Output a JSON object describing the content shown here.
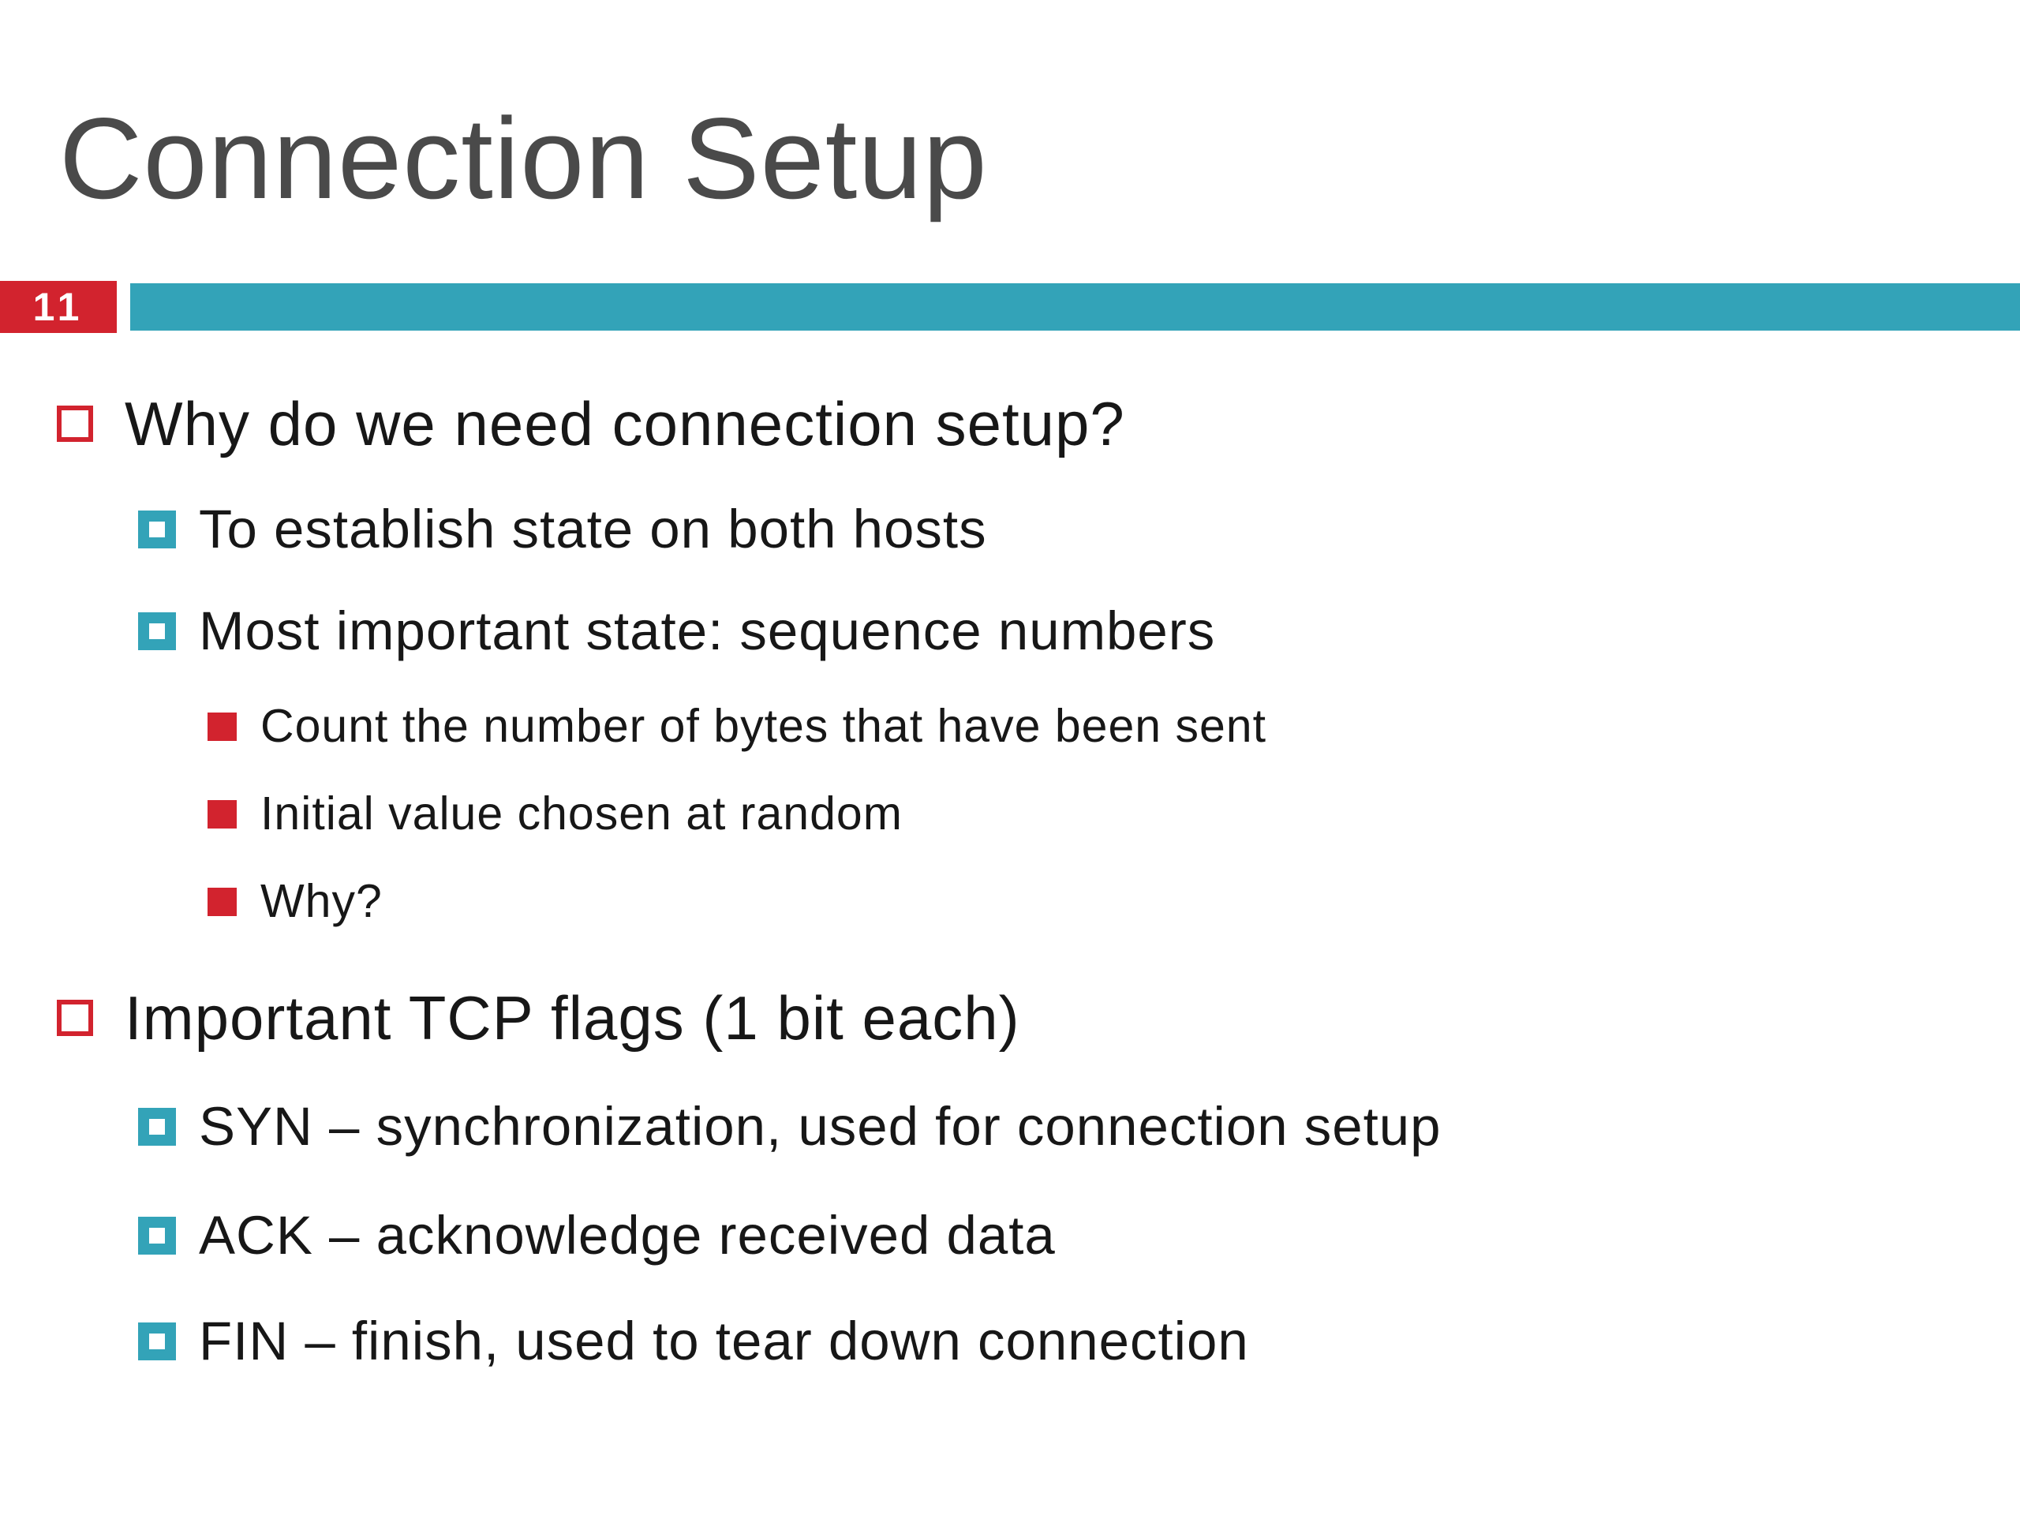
{
  "slide": {
    "title": "Connection Setup",
    "page_number": "11",
    "colors": {
      "accent_red": "#d2232e",
      "accent_teal": "#33a3b8",
      "title_gray": "#4a4a4a",
      "body_text": "#171717",
      "background": "#ffffff"
    },
    "bullets": [
      {
        "level": 1,
        "text": "Why do we need connection setup?"
      },
      {
        "level": 2,
        "text": "To establish state on both hosts"
      },
      {
        "level": 2,
        "text": "Most important state: sequence numbers"
      },
      {
        "level": 3,
        "text": "Count the number of bytes that have been sent"
      },
      {
        "level": 3,
        "text": "Initial value chosen at random"
      },
      {
        "level": 3,
        "text": "Why?"
      },
      {
        "level": 1,
        "text": "Important TCP flags (1 bit each)"
      },
      {
        "level": 2,
        "text": "SYN – synchronization, used for connection setup"
      },
      {
        "level": 2,
        "text": "ACK – acknowledge received data"
      },
      {
        "level": 2,
        "text": "FIN – finish, used to tear down connection"
      }
    ]
  }
}
